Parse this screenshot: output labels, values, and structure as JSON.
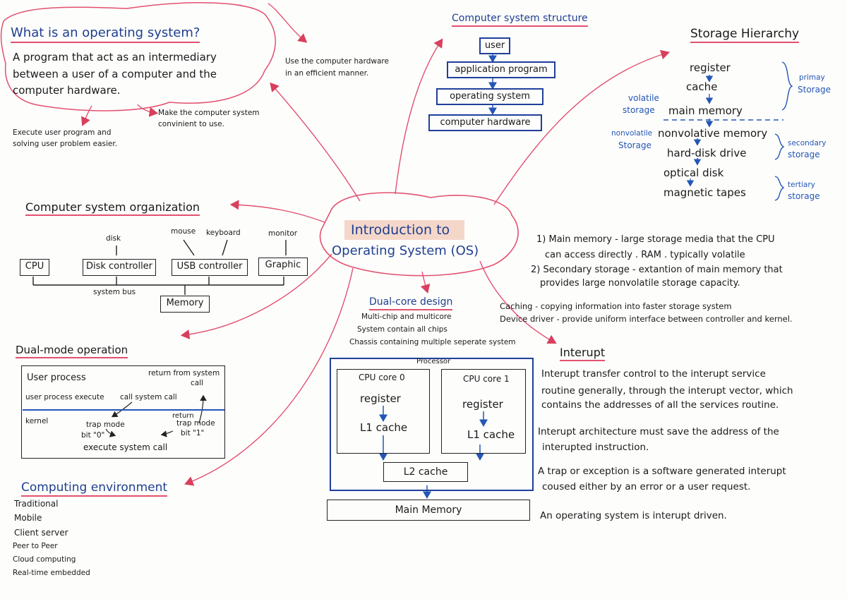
{
  "colors": {
    "pen_red": "#e2516f",
    "pen_blue": "#2456b5",
    "pen_black": "#1a1a1a",
    "highlight": "#f2c9b9"
  },
  "center": {
    "line1": "Introduction to",
    "line2": "Operating System (OS)"
  },
  "what_is_os": {
    "heading": "What is an operating system?",
    "def1": "A program that act as an intermediary",
    "def2": "between a user of a computer and the",
    "def3": "computer hardware.",
    "use_hw1": "Use the computer hardware",
    "use_hw2": "in an efficient manner.",
    "convenient1": "Make the computer system",
    "convenient2": "convinient to use.",
    "execute1": "Execute user program and",
    "execute2": "solving user problem easier."
  },
  "structure": {
    "heading": "Computer system structure",
    "layers": [
      "user",
      "application program",
      "operating system",
      "computer hardware"
    ]
  },
  "storage": {
    "heading": "Storage Hierarchy",
    "levels": [
      "register",
      "cache",
      "main memory",
      "nonvolative memory",
      "hard-disk drive",
      "optical disk",
      "magnetic tapes"
    ],
    "volatile1": "volatile",
    "volatile2": "storage",
    "nonvolatile1": "nonvolatile",
    "nonvolatile2": "Storage",
    "primary1": "primay",
    "primary2": "Storage",
    "secondary1": "secondary",
    "secondary2": "storage",
    "tertiary1": "tertiary",
    "tertiary2": "storage"
  },
  "notes": {
    "n1a": "1) Main memory - large storage media that the CPU",
    "n1b": "can access directly . RAM . typically volatile",
    "n2a": "2) Secondary storage - extantion of main memory that",
    "n2b": "provides large nonvolatile storage capacity.",
    "caching": "Caching - copying information into faster storage system",
    "driver": "Device driver - provide uniform interface between controller and kernel."
  },
  "organization": {
    "heading": "Computer system organization",
    "cpu": "CPU",
    "disk_ctrl": "Disk controller",
    "usb_ctrl": "USB controller",
    "graphic": "Graphic",
    "disk": "disk",
    "mouse": "mouse",
    "keyboard": "keyboard",
    "monitor": "monitor",
    "bus": "system bus",
    "memory": "Memory"
  },
  "dual_core": {
    "heading": "Dual-core design",
    "b1": "Multi-chip and multicore",
    "b2": "System contain all chips",
    "b3": "Chassis containing multiple seperate system",
    "processor": "Processor",
    "core0": "CPU core 0",
    "core1": "CPU core 1",
    "register": "register",
    "l1": "L1 cache",
    "l2": "L2 cache",
    "main_memory": "Main Memory"
  },
  "dual_mode": {
    "heading": "Dual-mode operation",
    "user_process": "User process",
    "return_sys1": "return from system",
    "return_sys2": "call",
    "execute": "user process execute",
    "call": "call system call",
    "kernel": "kernel",
    "trap1": "trap mode",
    "trap2": "bit \"0\"",
    "ret_trap1": "return",
    "ret_trap2": "trap mode",
    "ret_trap3": "bit \"1\"",
    "exec_sys": "execute system call"
  },
  "interrupt": {
    "heading": "Interupt",
    "p1a": "Interupt transfer control to the interupt service",
    "p1b": "routine generally, through the interupt vector, which",
    "p1c": "contains the addresses of all the services routine.",
    "p2a": "Interupt architecture must save the address of the",
    "p2b": "interupted instruction.",
    "p3a": "A trap or exception is a software generated interupt",
    "p3b": "coused either by an error or a user request.",
    "p4": "An operating system is interupt driven."
  },
  "computing": {
    "heading": "Computing environment",
    "items": [
      "Traditional",
      "Mobile",
      "Client server",
      "Peer to Peer",
      "Cloud computing",
      "Real-time embedded"
    ]
  }
}
